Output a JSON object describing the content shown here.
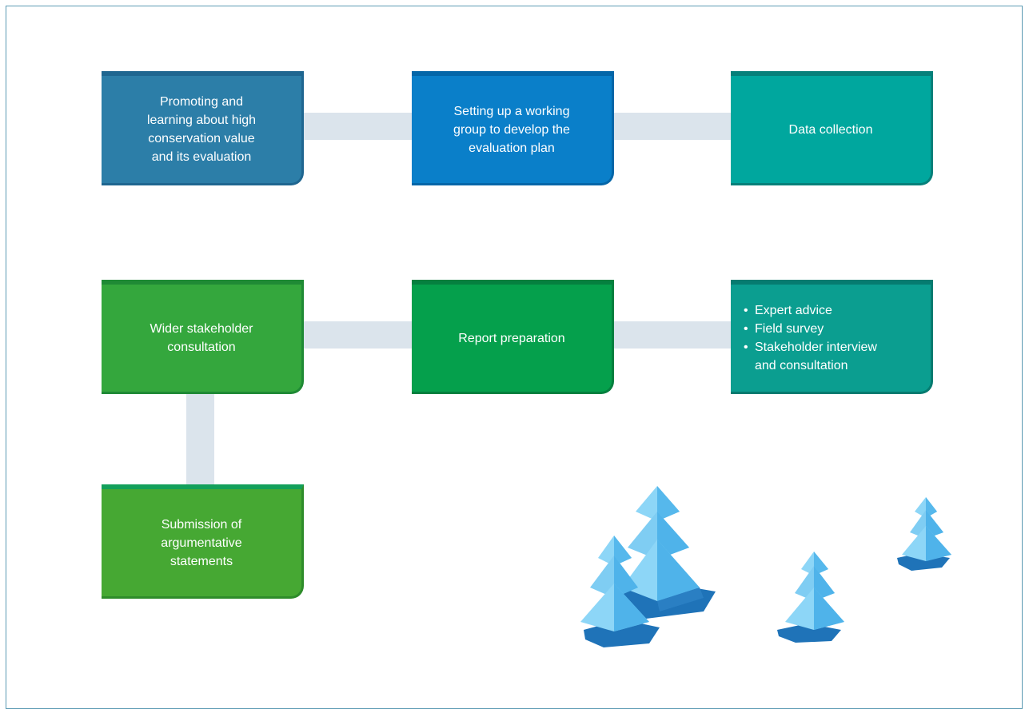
{
  "colors": {
    "frame": "#5b9ab3",
    "connector": "#dbe4ec",
    "steel_blue": "#2c7ea8",
    "blue": "#0a7fc9",
    "teal": "#00a79e",
    "green": "#34a73d",
    "emerald": "#05a04c",
    "lime_green": "#46a833",
    "tree_light": "#7fcdf3",
    "tree_mid": "#4fb3ea",
    "tree_base": "#2a7fc3"
  },
  "boxes": [
    {
      "id": "promoting",
      "label": "Promoting and\nlearning about high\nconservation value\nand its evaluation"
    },
    {
      "id": "working-group",
      "label": "Setting up a working\ngroup to develop the\nevaluation plan"
    },
    {
      "id": "data-collection",
      "label": "Data collection"
    },
    {
      "id": "wider-consultation",
      "label": "Wider stakeholder\nconsultation"
    },
    {
      "id": "report-preparation",
      "label": "Report preparation"
    },
    {
      "id": "methods",
      "items": [
        "Expert advice",
        "Field survey",
        "Stakeholder interview\nand consultation"
      ]
    },
    {
      "id": "submission",
      "label": "Submission of\nargumentative\nstatements"
    }
  ],
  "illustration": {
    "icon": "pine-trees-icon"
  }
}
